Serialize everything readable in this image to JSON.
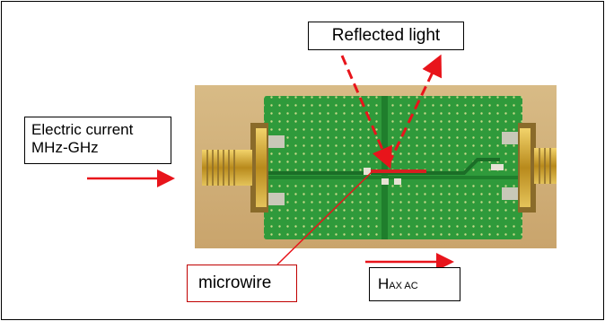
{
  "labels": {
    "reflected": "Reflected light",
    "electric_line1": "Electric current",
    "electric_line2": "MHz-GHz",
    "microwire": "microwire",
    "h_main": "H",
    "h_sub": "AX AC"
  },
  "colors": {
    "arrow": "#e8141b",
    "microwire_border": "#c00000",
    "board": "#2f9a3b",
    "board_dark": "#1f7e2c",
    "background_photo": "#d3b27a",
    "connector": "#c79a22"
  }
}
